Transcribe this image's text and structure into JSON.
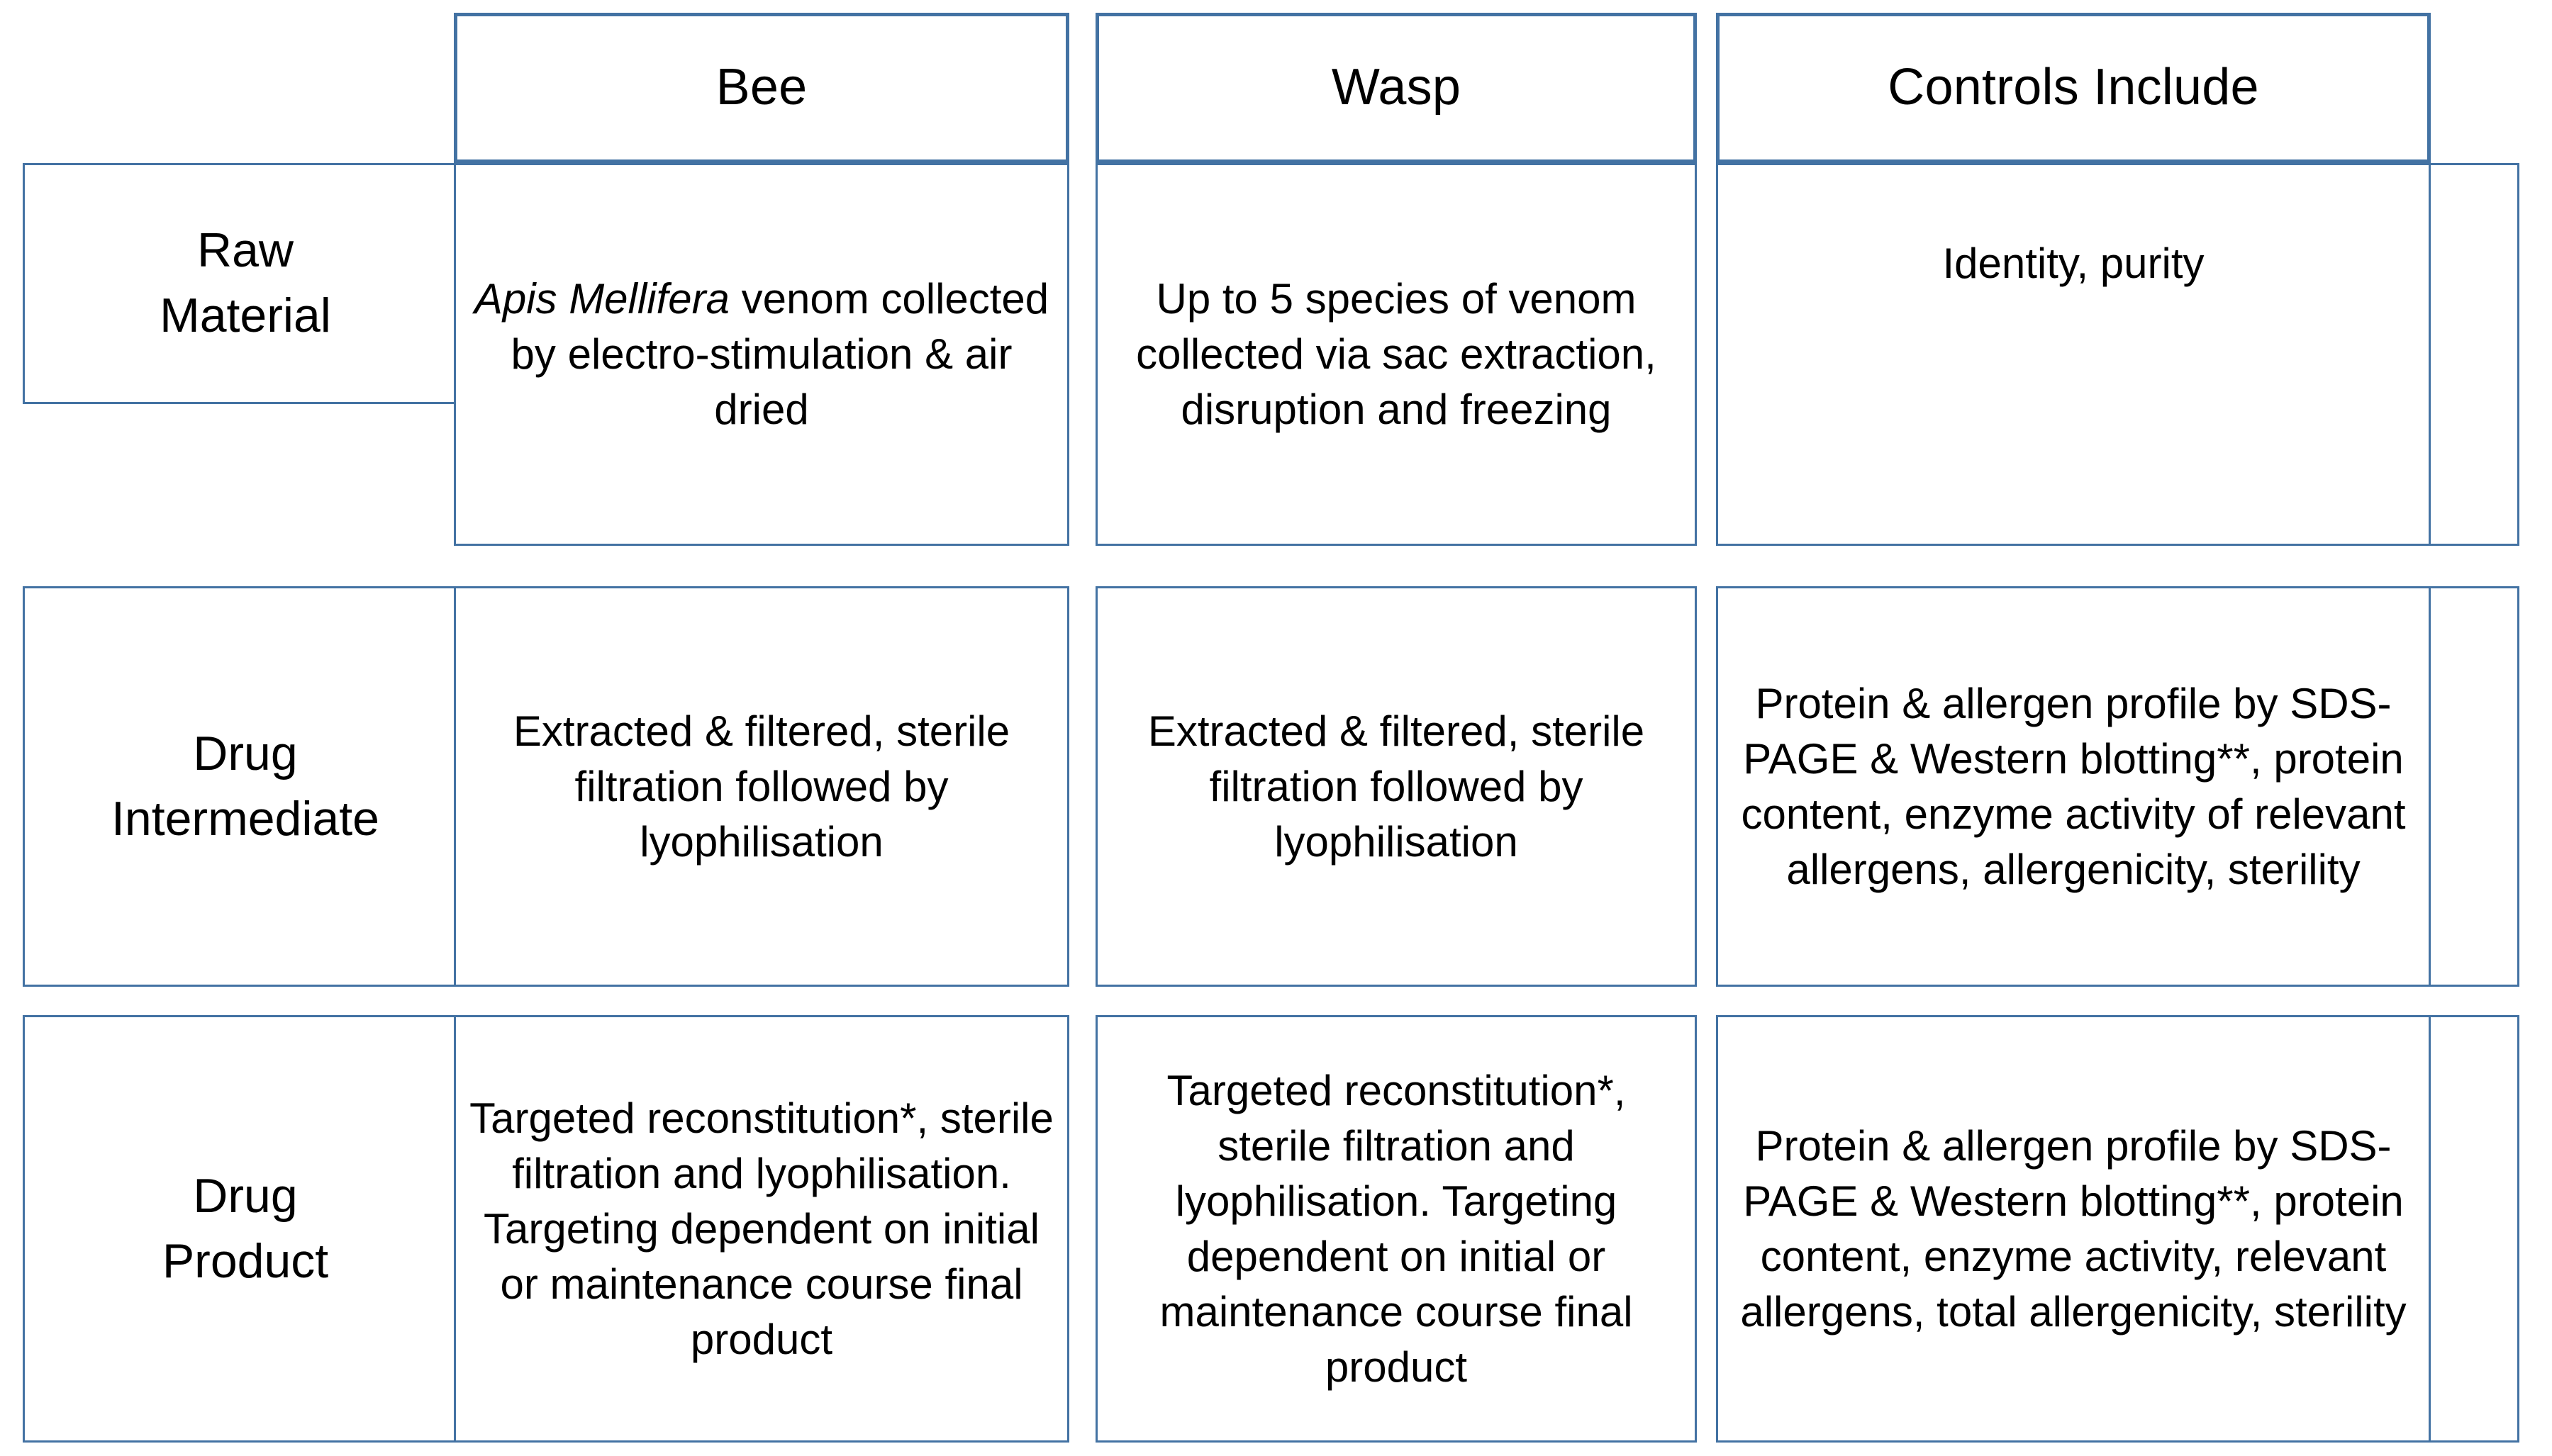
{
  "table": {
    "border_color": "#4372A3",
    "columns": [
      {
        "id": "stage",
        "label": ""
      },
      {
        "id": "bee",
        "label": "Bee"
      },
      {
        "id": "wasp",
        "label": "Wasp"
      },
      {
        "id": "controls",
        "label": "Controls Include"
      },
      {
        "id": "spacer",
        "label": ""
      }
    ],
    "rows": [
      {
        "id": "raw-material",
        "label_line1": "Raw",
        "label_line2": "Material",
        "bee_prefix_italic": "Apis Mellifera",
        "bee": " venom collected by electro-stimulation & air dried",
        "wasp": "Up to 5 species of venom collected via sac extraction, disruption and freezing",
        "controls": "Identity, purity",
        "spacer": ""
      },
      {
        "id": "drug-intermediate",
        "label_line1": "Drug",
        "label_line2": "Intermediate",
        "bee": "Extracted & filtered, sterile filtration followed by lyophilisation",
        "wasp": "Extracted & filtered, sterile filtration followed by lyophilisation",
        "controls": "Protein & allergen profile by SDS-PAGE & Western blotting**, protein content, enzyme activity of relevant allergens, allergenicity, sterility",
        "spacer": ""
      },
      {
        "id": "drug-product",
        "label_line1": "Drug",
        "label_line2": "Product",
        "bee": "Targeted reconstitution*, sterile filtration and lyophilisation. Targeting dependent on initial or maintenance course final product",
        "wasp": "Targeted reconstitution*, sterile filtration and lyophilisation. Targeting dependent on initial or maintenance course final product",
        "controls": "Protein & allergen profile by SDS-PAGE & Western blotting**, protein content, enzyme activity, relevant allergens, total allergenicity, sterility",
        "spacer": ""
      }
    ]
  }
}
